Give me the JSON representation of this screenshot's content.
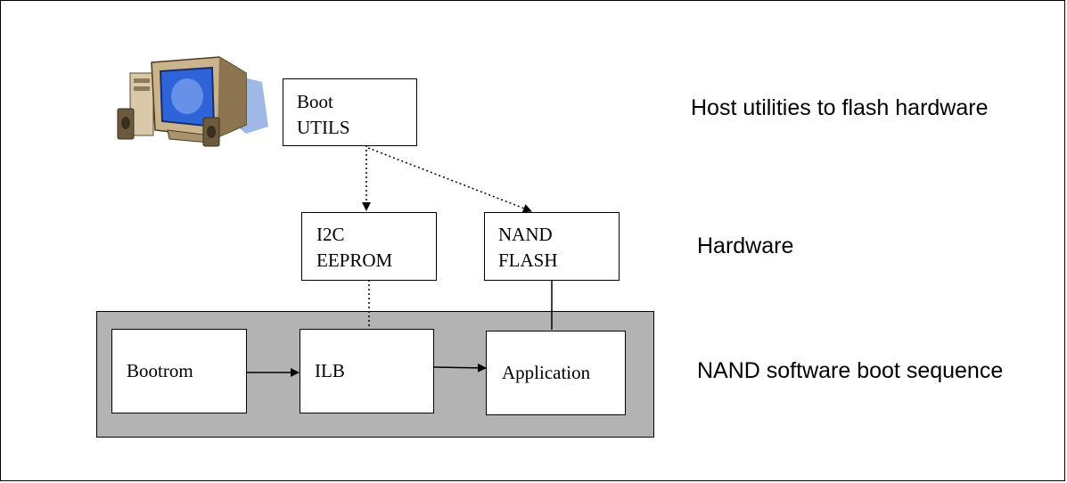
{
  "diagram": {
    "boxes": {
      "boot_utils": [
        "Boot",
        "UTILS"
      ],
      "i2c_eeprom": [
        "I2C",
        "EEPROM"
      ],
      "nand_flash": [
        "NAND",
        "FLASH"
      ],
      "bootrom": "Bootrom",
      "ilb": "ILB",
      "application": "Application"
    },
    "labels": {
      "host": "Host utilities to flash hardware",
      "hardware": "Hardware",
      "nand_sequence": "NAND software boot sequence"
    },
    "icons": {
      "host_computer": "desktop-computer-icon"
    }
  }
}
